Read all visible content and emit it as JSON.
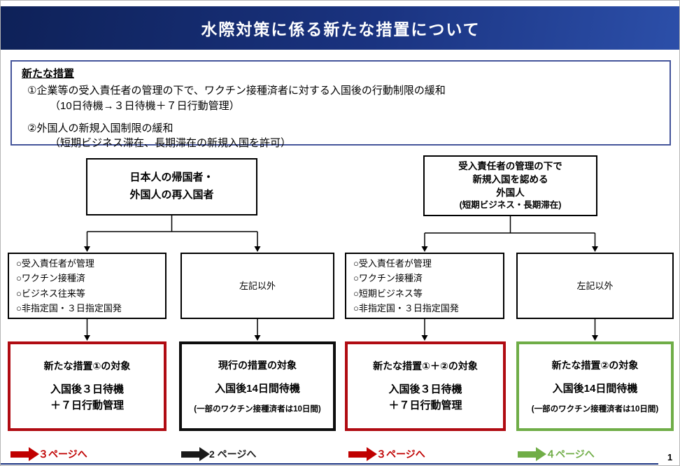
{
  "page": {
    "title": "水際対策に係る新たな措置について",
    "page_number": "1"
  },
  "measures": {
    "heading": "新たな措置",
    "item1": "①企業等の受入責任者の管理の下で、ワクチン接種済者に対する入国後の行動制限の緩和",
    "item1_sub": "（10日待機→３日待機＋７日行動管理）",
    "item2": "②外国人の新規入国制限の緩和",
    "item2_sub": "（短期ビジネス滞在、長期滞在の新規入国を許可）"
  },
  "flow": {
    "top_left": {
      "line1": "日本人の帰国者・",
      "line2": "外国人の再入国者"
    },
    "top_right": {
      "line1": "受入責任者の管理の下で",
      "line2": "新規入国を認める",
      "line3": "外国人",
      "line4": "(短期ビジネス・長期滞在)"
    },
    "cond1": {
      "lines": [
        "○受入責任者が管理",
        "○ワクチン接種済",
        "○ビジネス往来等",
        "○非指定国・３日指定国発"
      ]
    },
    "cond2": {
      "label": "左記以外"
    },
    "cond3": {
      "lines": [
        "○受入責任者が管理",
        "○ワクチン接種済",
        "○短期ビジネス等",
        "○非指定国・３日指定国発"
      ]
    },
    "cond4": {
      "label": "左記以外"
    },
    "result1": {
      "title": "新たな措置①の対象",
      "line1": "入国後３日待機",
      "line2": "＋７日行動管理"
    },
    "result2": {
      "title": "現行の措置の対象",
      "line1": "入国後14日間待機",
      "note": "(一部のワクチン接種済者は10日間)"
    },
    "result3": {
      "title": "新たな措置①＋②の対象",
      "line1": "入国後３日待機",
      "line2": "＋７日行動管理"
    },
    "result4": {
      "title": "新たな措置②の対象",
      "line1": "入国後14日間待機",
      "note": "(一部のワクチン接種済者は10日間)"
    },
    "links": [
      {
        "label": "３ページへ",
        "color": "#c00000"
      },
      {
        "label": "2 ページへ",
        "color": "#1a1a1a"
      },
      {
        "label": "３ページへ",
        "color": "#c00000"
      },
      {
        "label": "４ページへ",
        "color": "#70ad47"
      }
    ]
  },
  "colors": {
    "header_gradient_left": "#0e2158",
    "header_gradient_right": "#2c4fa9",
    "measures_border": "#44549a",
    "result_red": "#b00b12",
    "result_black": "#0d0d0d",
    "result_green": "#6fad47",
    "link_red": "#c00000",
    "link_green": "#70ad47"
  }
}
